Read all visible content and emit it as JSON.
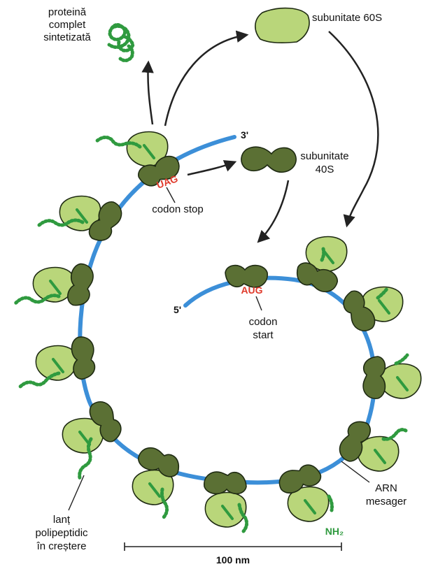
{
  "labels": {
    "protein_complete": [
      "proteină",
      "complet",
      "sintetizată"
    ],
    "subunit_60s": "subunitate 60S",
    "subunit_40s": [
      "subunitate",
      "40S"
    ],
    "three_prime": "3'",
    "five_prime": "5'",
    "stop_codon_seq": "UAG",
    "stop_codon_label": "codon stop",
    "start_codon_seq": "AUG",
    "start_codon_label": [
      "codon",
      "start"
    ],
    "mrna": [
      "ARN",
      "mesager"
    ],
    "chain": [
      "lanț",
      "polipeptidic",
      "în creștere"
    ],
    "nh2": "NH₂",
    "scale": "100 nm"
  },
  "colors": {
    "mrna": "#3c8fd8",
    "large_subunit": "#b9d67a",
    "small_subunit": "#5b7034",
    "outline": "#1e2a12",
    "peptide": "#2f9a3f",
    "codon": "#e03a2b",
    "arrow": "#222222"
  }
}
